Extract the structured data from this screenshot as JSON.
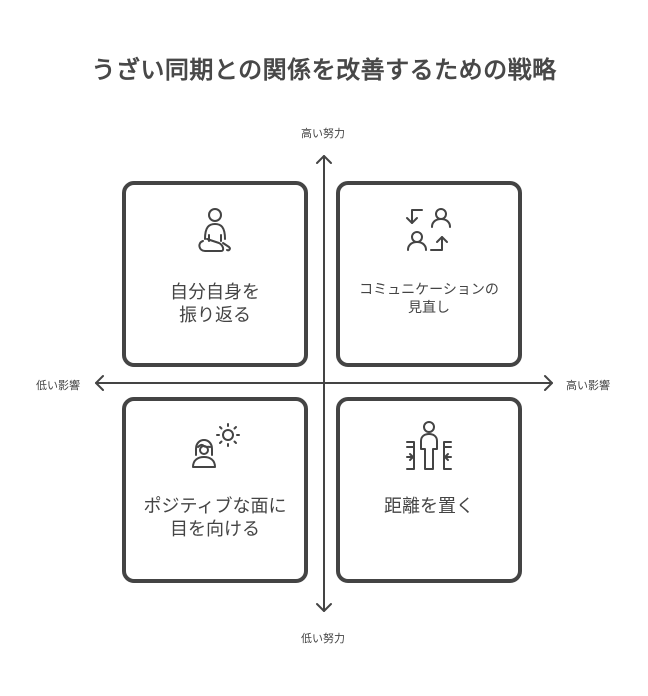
{
  "title": "うざい同期との関係を改善するための戦略",
  "axes": {
    "y_top": "高い努力",
    "y_bottom": "低い努力",
    "x_left": "低い影響",
    "x_right": "高い影響"
  },
  "quadrants": [
    {
      "position": "top-left",
      "label_line1": "自分自身を",
      "label_line2": "振り返る",
      "icon": "meditation-person-icon"
    },
    {
      "position": "top-right",
      "label_line1": "コミュニケーションの",
      "label_line2": "見直し",
      "icon": "exchange-users-icon"
    },
    {
      "position": "bottom-left",
      "label_line1": "ポジティブな面に",
      "label_line2": "目を向ける",
      "icon": "person-sun-icon"
    },
    {
      "position": "bottom-right",
      "label_line1": "距離を置く",
      "label_line2": "",
      "icon": "person-distance-icon"
    }
  ],
  "colors": {
    "stroke": "#444444",
    "text": "#444444",
    "background": "#ffffff"
  }
}
